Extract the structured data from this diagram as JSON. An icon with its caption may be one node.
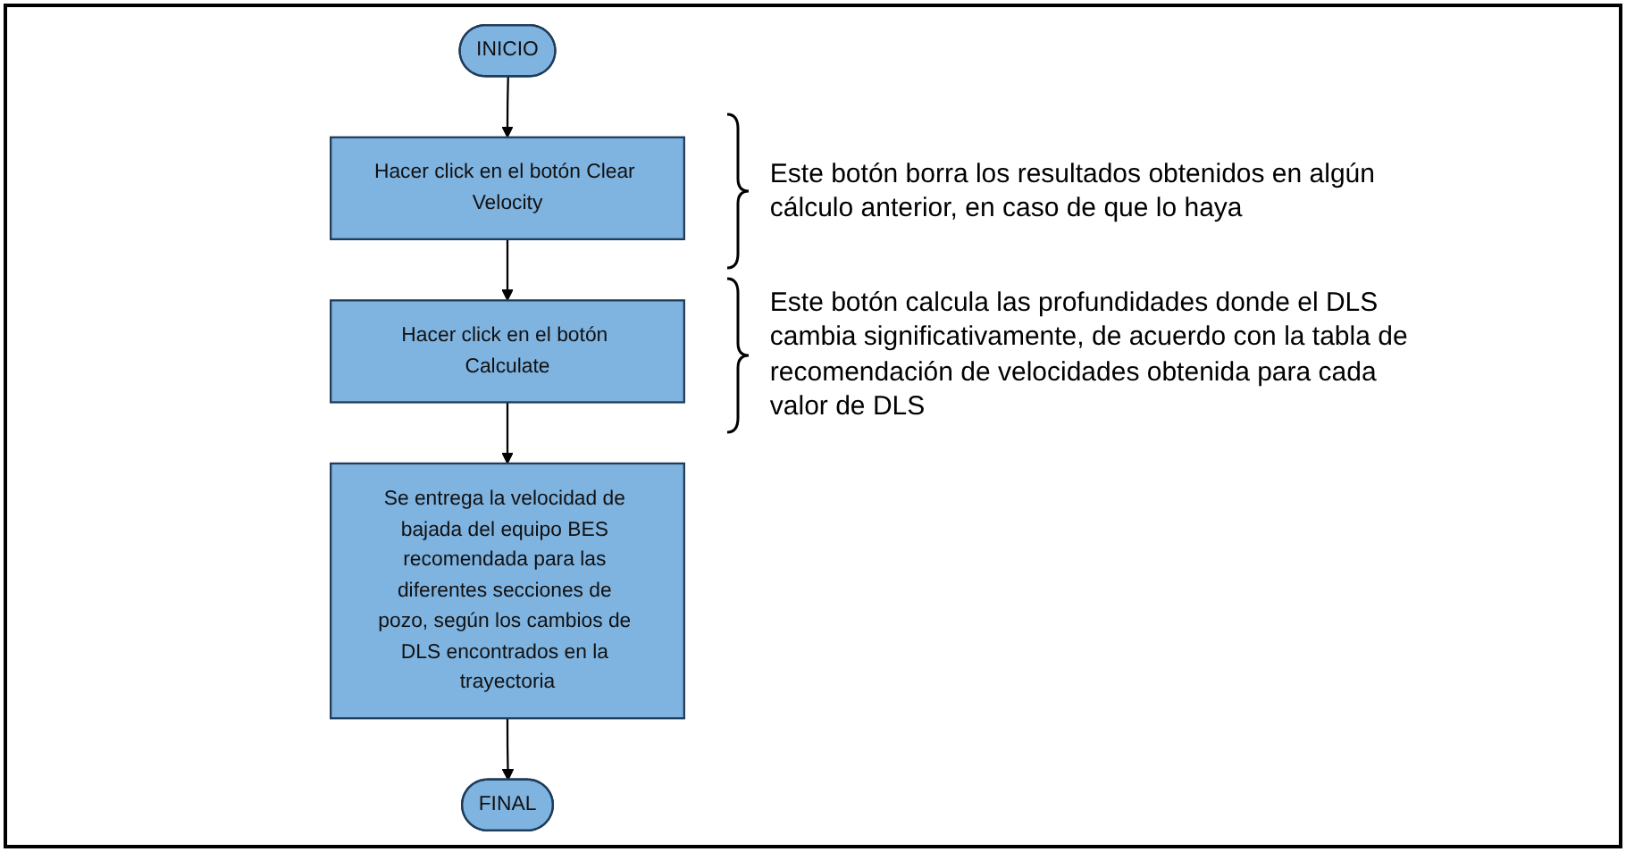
{
  "diagram": {
    "nodes": [
      {
        "text": [
          "INICIO"
        ]
      },
      {
        "text": [
          "Hacer click en el botón Clear Velocity"
        ],
        "beside": [
          "Este botón borra los resultados obtenidos en algún cálculo anterior, en caso de que lo haya"
        ]
      },
      {
        "text": [
          "Hacer click en el botón Calculate"
        ],
        "beside": [
          "Este botón calcula las profundidades donde el DLS cambia significativamente, de acuerdo con la tabla de recomendación de velocidades obtenida para cada valor de DLS"
        ]
      },
      {
        "text": [
          "Se entrega la velocidad de bajada del equipo BES recomendada para las diferentes secciones de pozo, según los cambios de DLS encontrados en la trayectoria"
        ]
      },
      {
        "text": [
          "FINAL"
        ]
      }
    ],
    "edges": [
      {
        "from": 0,
        "to": 1,
        "arrow": "to"
      },
      {
        "from": 1,
        "to": 2,
        "arrow": "to"
      },
      {
        "from": 2,
        "to": 3,
        "arrow": "to"
      },
      {
        "from": 3,
        "to": 4,
        "arrow": "to"
      }
    ]
  }
}
